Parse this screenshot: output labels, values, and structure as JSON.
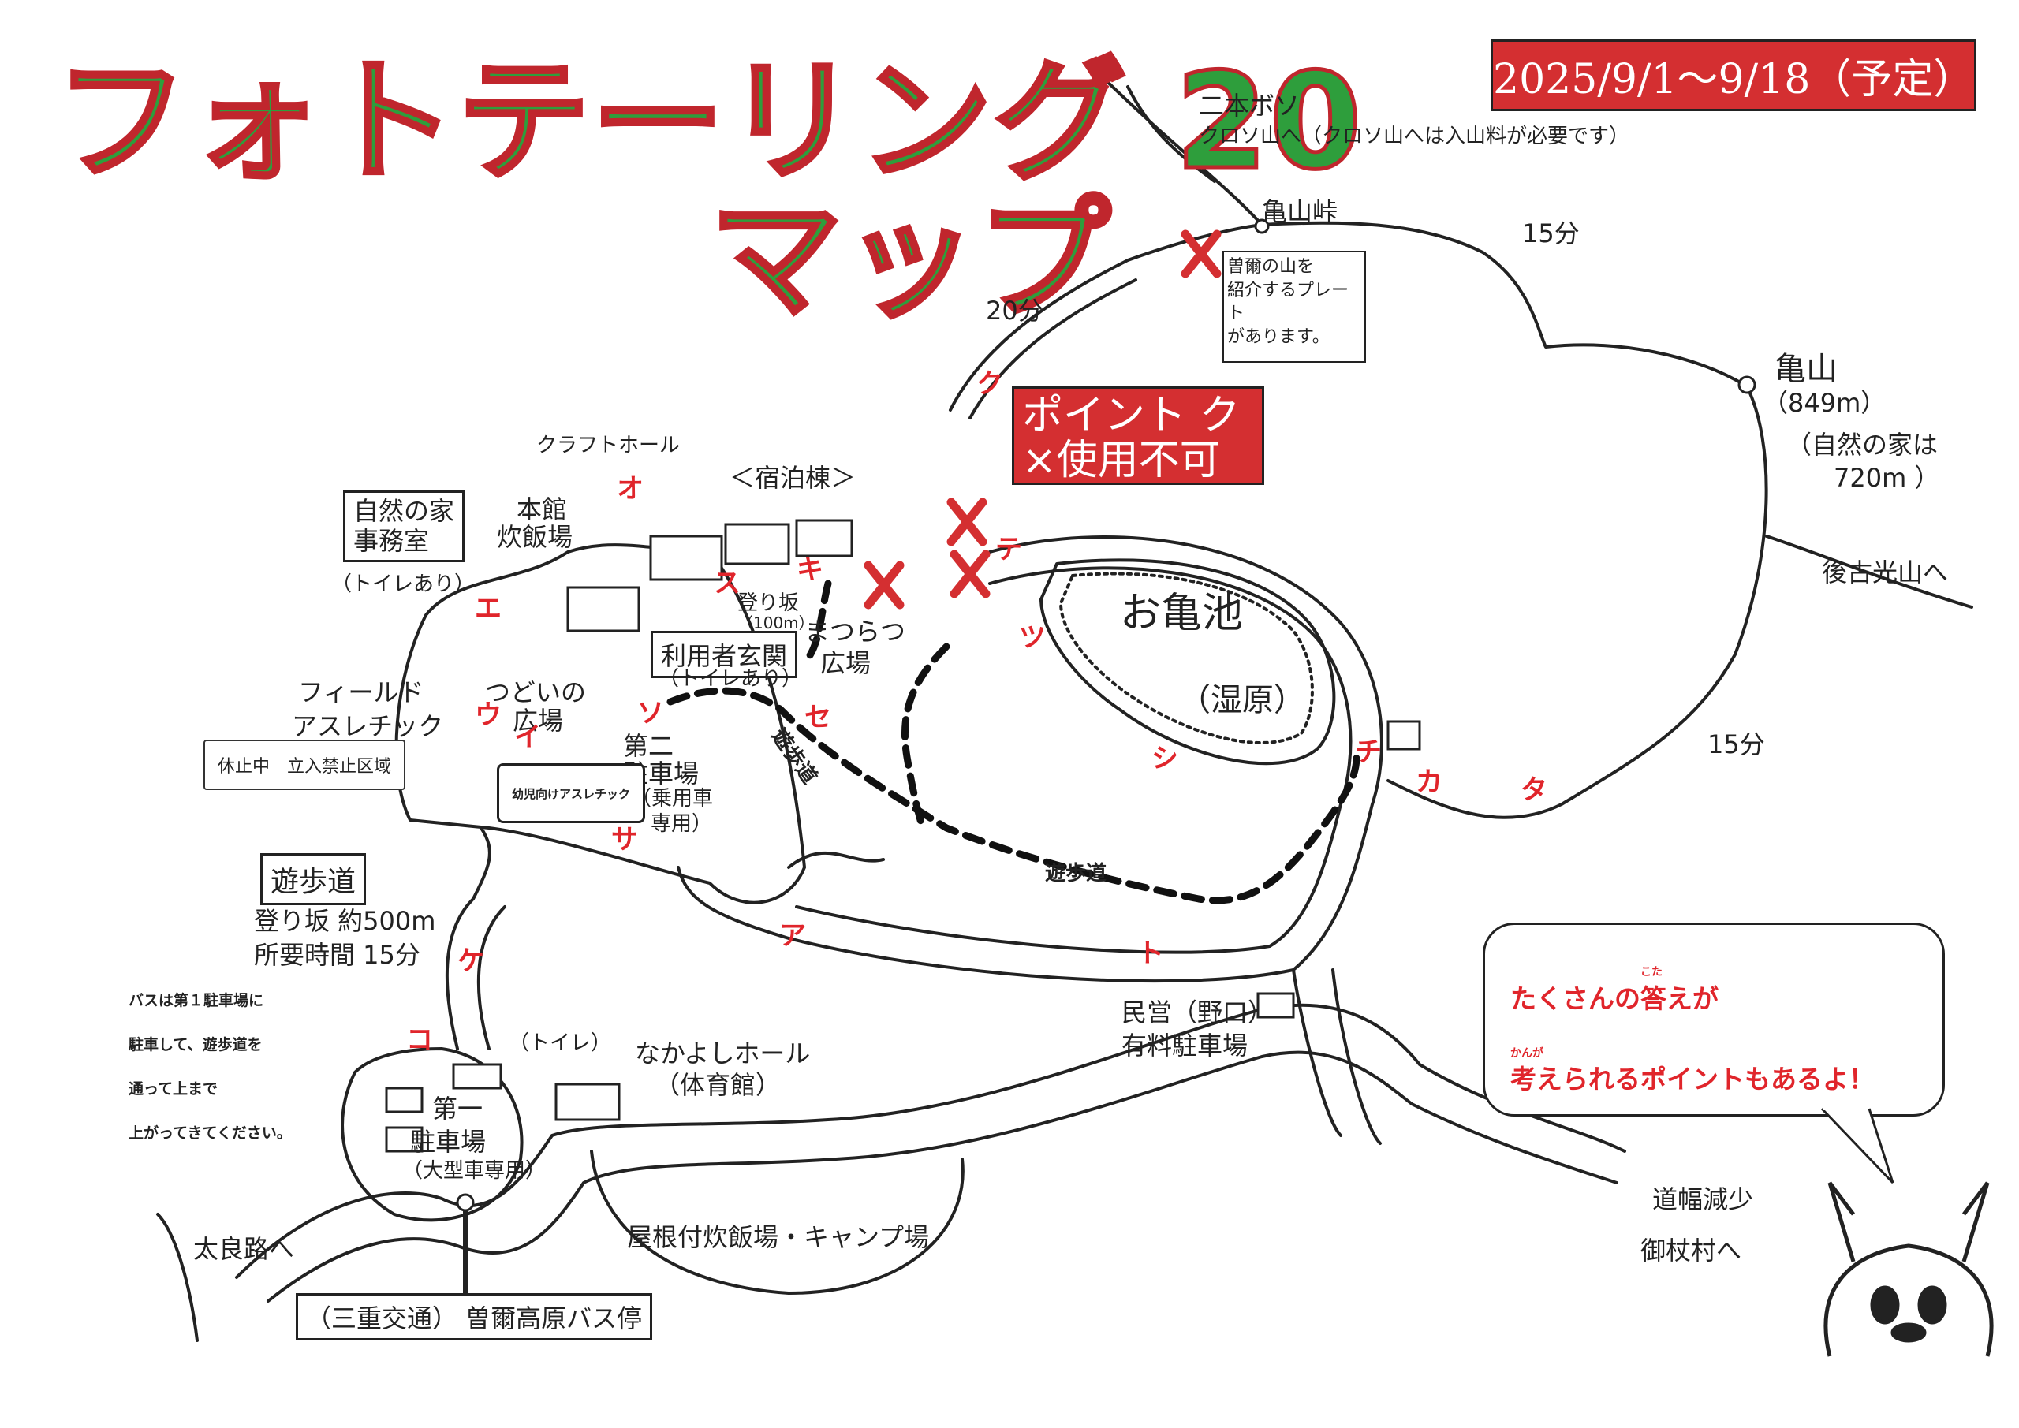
{
  "title": {
    "line1": "フォトテーリング 20",
    "line2": "マップ"
  },
  "date_banner": "2025/9/1～9/18（予定）",
  "point_notice": {
    "line1": "ポイント ク",
    "line2": "×使用不可"
  },
  "labels": {
    "nihonboso": "二本ボソ",
    "kuroso": "クロソ山へ（クロソ山へは入山料が必要です）",
    "kameyama_toge": "亀山峠",
    "plate_note": [
      "曽爾の山を",
      "紹介するプレート",
      "があります。"
    ],
    "time_15_top": "15分",
    "time_20": "20分",
    "kameyama": "亀山",
    "kameyama_height": "（849m）",
    "kameyama_note1": "（自然の家は",
    "kameyama_note2": "720m ）",
    "gokomitsu": "後古光山へ",
    "time_15_right": "15分",
    "craft_hall": "クラフトホール",
    "honkan1": "本館",
    "honkan2": "炊飯場",
    "shukuhaku": "＜宿泊棟＞",
    "office1": "自然の家",
    "office2": "事務室",
    "office_toilet": "（トイレあり）",
    "noborizaka": "登り坂",
    "noborizaka_len": "（100m）",
    "matsuratsu1": "まつらつ",
    "matsuratsu2": "広場",
    "entrance": "利用者玄関",
    "entrance_toilet": "（トイレあり）",
    "okameike": "お亀池",
    "shitsugen": "（湿原）",
    "field1": "フィールド",
    "field2": "アスレチック",
    "tsudoi1": "つどいの",
    "tsudoi2": "広場",
    "daini1": "第二",
    "daini2": "駐車場",
    "daini3": "（乗用車",
    "daini4": "専用）",
    "yuhodo_path1": "遊歩道",
    "yuhodo_path2": "遊歩道",
    "yuhodo_box": "遊歩道",
    "yuhodo_desc1": "登り坂 約500m",
    "yuhodo_desc2": "所要時間 15分",
    "minkan1": "民営（野口）",
    "minkan2": "有料駐車場",
    "toilet": "（トイレ）",
    "nakayoshi1": "なかよしホール",
    "nakayoshi2": "（体育館）",
    "daiichi1": "第一",
    "daiichi2": "駐車場",
    "daiichi3": "（大型車専用）",
    "camp": "屋根付炊飯場・キャンプ場",
    "michihaba": "道幅減少",
    "mitsue": "御杖村へ",
    "tarouji": "太良路へ",
    "bus_stop": "（三重交通） 曽爾高原バス停",
    "closed_area": "休止中　立入禁止区域",
    "kids_athletic": "幼児向けアスレチック"
  },
  "bus_note": [
    "バスは第１駐車場に",
    "駐車して、遊歩道を",
    "通って上まで",
    "上がってきてください。"
  ],
  "bubble": {
    "line1": "たくさんの答えが",
    "ruby1": "こた",
    "line2": "考えられるポイントもあるよ！",
    "ruby2": "かんが"
  },
  "points": [
    "ア",
    "イ",
    "ウ",
    "エ",
    "オ",
    "カ",
    "キ",
    "ク",
    "ケ",
    "コ",
    "サ",
    "シ",
    "ス",
    "セ",
    "ソ",
    "タ",
    "チ",
    "ツ",
    "テ",
    "ト"
  ],
  "colors": {
    "title_fill": "#2e9e3c",
    "title_stroke": "#c0262d",
    "banner": "#d42f31",
    "point_mark": "#e0252b",
    "line": "#222222"
  }
}
